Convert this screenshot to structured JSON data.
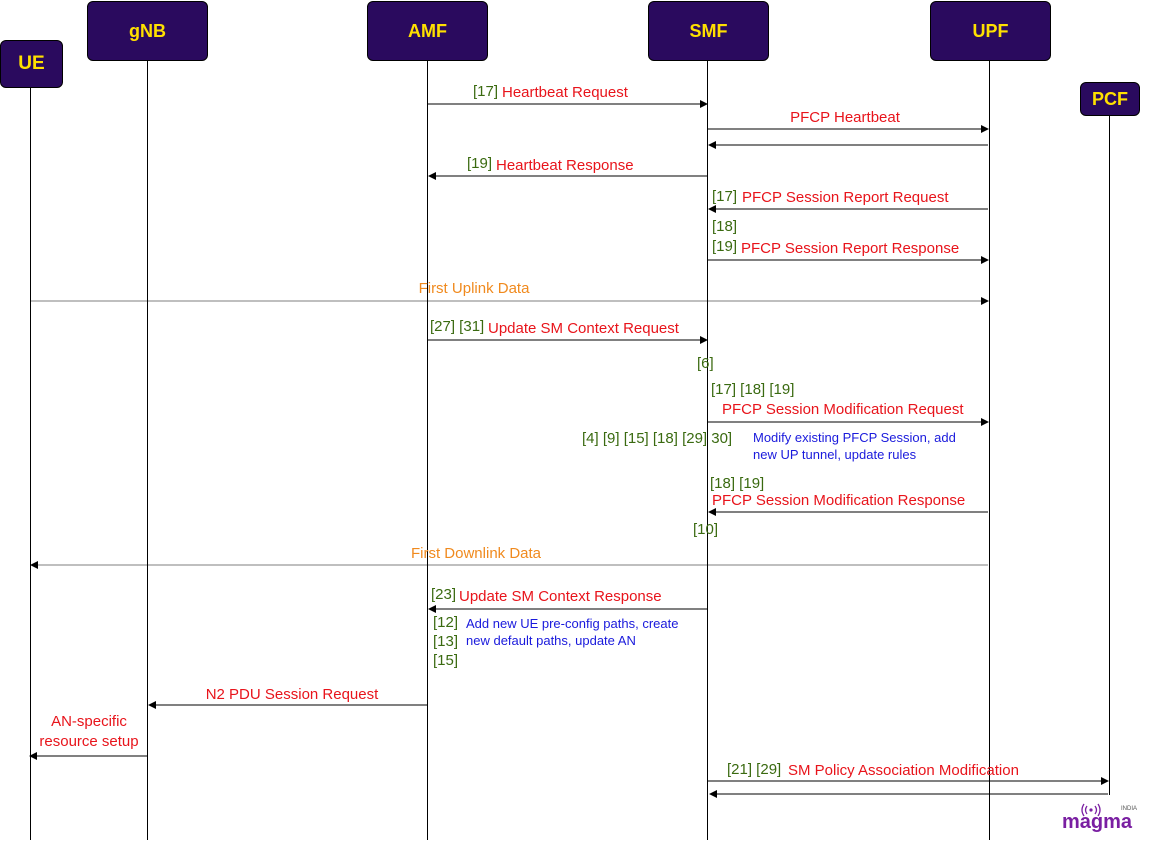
{
  "entities": {
    "ue": "UE",
    "gnb": "gNB",
    "amf": "AMF",
    "smf": "SMF",
    "upf": "UPF",
    "pcf": "PCF"
  },
  "messages": {
    "m1_ref": "[17]",
    "m1_label": "Heartbeat Request",
    "m2_label": "PFCP Heartbeat",
    "m3_ref": "[19]",
    "m3_label": "Heartbeat Response",
    "m4_ref": "[17]",
    "m4_label": "PFCP Session Report Request",
    "m5_ref_a": "[18]",
    "m5_ref_b": "[19]",
    "m5_label": "PFCP Session Report Response",
    "m6_label": "First Uplink Data",
    "m7_ref": "[27] [31]",
    "m7_label": "Update SM Context Request",
    "m8_ref_pre": "[6]",
    "m8_ref": "[17] [18] [19]",
    "m8_label": "PFCP Session Modification Request",
    "m8_refs_after": "[4] [9] [15] [18] [29] 30]",
    "m8_note_1": "Modify existing PFCP Session, add",
    "m8_note_2": "new UP tunnel, update rules",
    "m9_ref": "[18] [19]",
    "m9_label": "PFCP Session Modification Response",
    "m9_ref_after": "[10]",
    "m10_label": "First Downlink Data",
    "m11_ref": "[23]",
    "m11_label": "Update SM Context Response",
    "m11_ref_a": "[12]",
    "m11_ref_b": "[13]",
    "m11_ref_c": "[15]",
    "m11_note_1": "Add new UE pre-config paths, create",
    "m11_note_2": "new default paths, update AN",
    "m12_label": "N2 PDU Session Request",
    "m13_label_1": "AN-specific",
    "m13_label_2": "resource setup",
    "m14_ref": "[21] [29]",
    "m14_label": "SM Policy Association Modification"
  },
  "logo": {
    "word": "magma",
    "sub": "INDIA"
  }
}
